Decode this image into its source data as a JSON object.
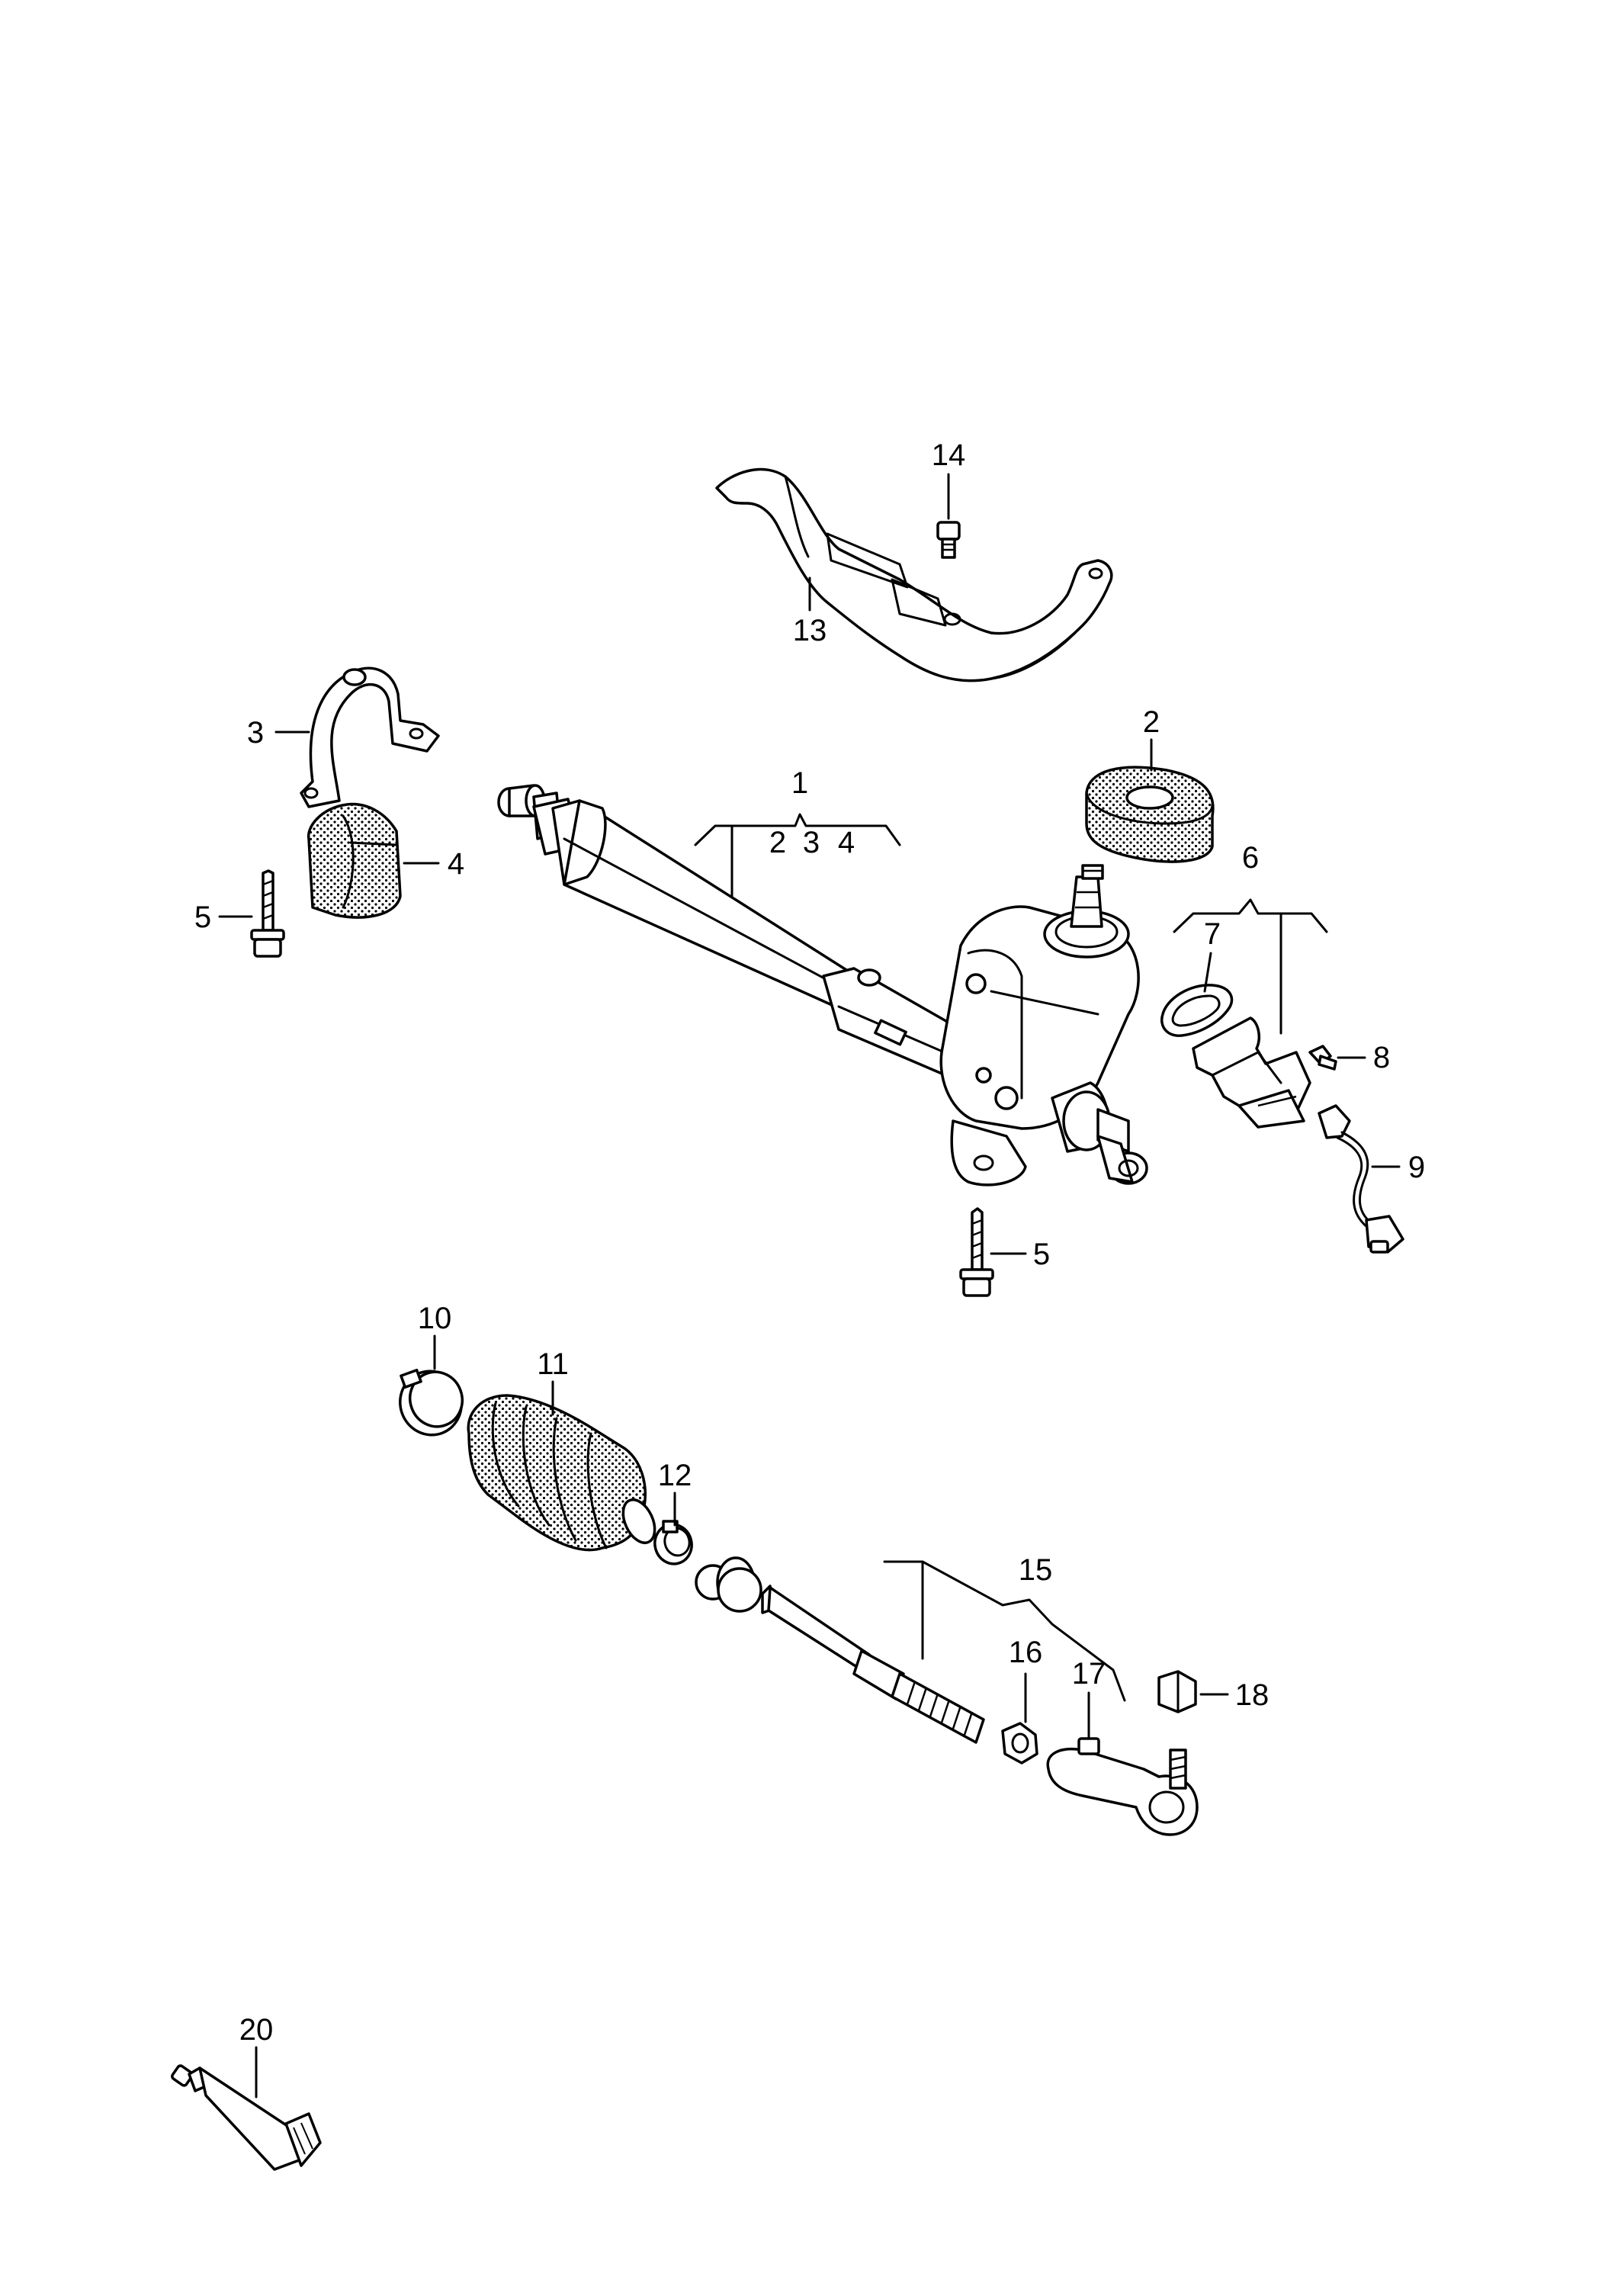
{
  "diagram": {
    "callouts": [
      {
        "id": "1",
        "label": "1"
      },
      {
        "id": "2",
        "label": "2"
      },
      {
        "id": "2b",
        "label": "2"
      },
      {
        "id": "3",
        "label": "3"
      },
      {
        "id": "3b",
        "label": "3"
      },
      {
        "id": "4",
        "label": "4"
      },
      {
        "id": "4b",
        "label": "4"
      },
      {
        "id": "5a",
        "label": "5"
      },
      {
        "id": "5b",
        "label": "5"
      },
      {
        "id": "6",
        "label": "6"
      },
      {
        "id": "7",
        "label": "7"
      },
      {
        "id": "8",
        "label": "8"
      },
      {
        "id": "9",
        "label": "9"
      },
      {
        "id": "10",
        "label": "10"
      },
      {
        "id": "11",
        "label": "11"
      },
      {
        "id": "12",
        "label": "12"
      },
      {
        "id": "13",
        "label": "13"
      },
      {
        "id": "14",
        "label": "14"
      },
      {
        "id": "15",
        "label": "15"
      },
      {
        "id": "16",
        "label": "16"
      },
      {
        "id": "17",
        "label": "17"
      },
      {
        "id": "18",
        "label": "18"
      },
      {
        "id": "20",
        "label": "20"
      }
    ]
  }
}
